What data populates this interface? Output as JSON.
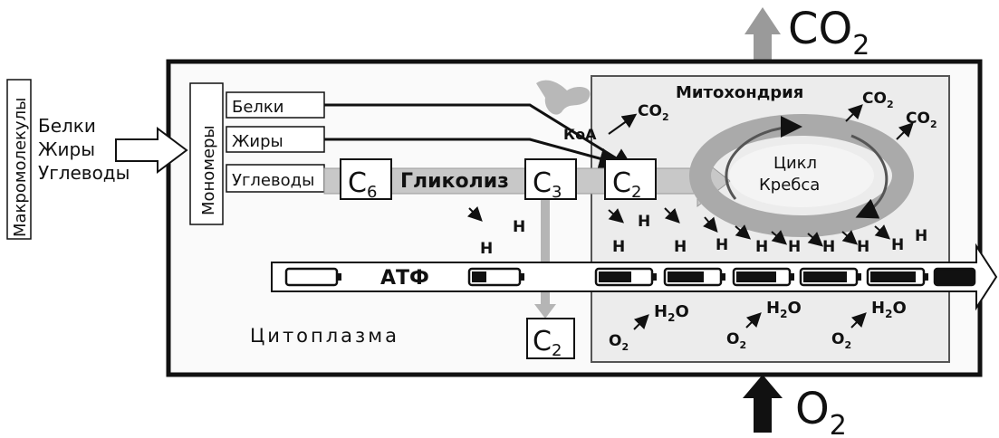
{
  "macromolecules": "Макромолекулы",
  "inputs": [
    "Белки",
    "Жиры",
    "Углеводы"
  ],
  "monomers": "Мономеры",
  "monomer_boxes": [
    "Белки",
    "Жиры",
    "Углеводы"
  ],
  "c6": "C",
  "c6_sub": "6",
  "glycolysis": "Гликолиз",
  "c3": "C",
  "c3_sub": "3",
  "c2": "C",
  "c2_sub": "2",
  "c2_bottom": "C",
  "c2_bottom_sub": "2",
  "koa": "КоА",
  "mitochondria": "Митохондрия",
  "krebs_line1": "Цикл",
  "krebs_line2": "Кребса",
  "atp": "АТФ",
  "cytoplasm": "Цитоплазма",
  "h": "H",
  "co2_small": "CO",
  "co2_small_sub": "2",
  "h2o": "H",
  "h2o_sub": "2",
  "h2o_o": "O",
  "o2_small": "O",
  "o2_small_sub": "2",
  "co2_big": "CO",
  "co2_big_sub": "2",
  "o2_big": "O",
  "o2_big_sub": "2",
  "colors": {
    "arrow_gray": "#9a9a9a",
    "dark": "#111111",
    "mito_fill": "#ececec"
  }
}
